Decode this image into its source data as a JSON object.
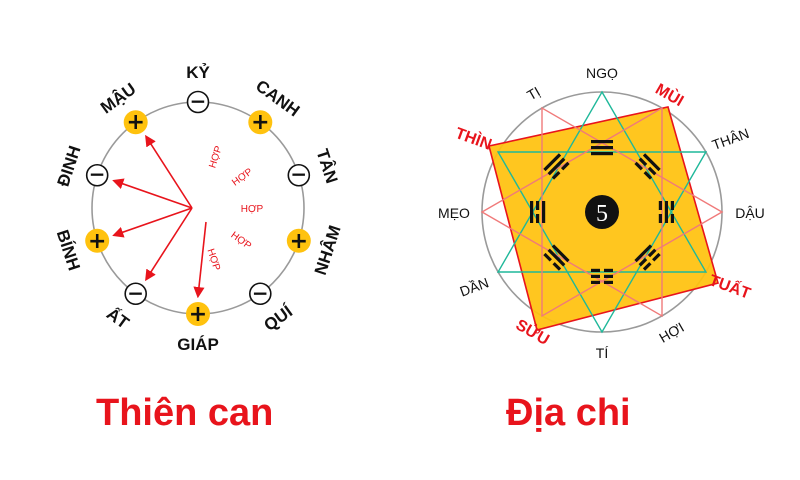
{
  "colors": {
    "red": "#e8141c",
    "gold": "#ffc20e",
    "green": "#1fb89a",
    "pink": "#f07a7a",
    "grey": "#9a9a9a",
    "black": "#111111"
  },
  "thien_can": {
    "caption": "Thiên can",
    "stems": [
      {
        "name": "KỶ",
        "sign": "−",
        "polarity": "negative"
      },
      {
        "name": "CANH",
        "sign": "+",
        "polarity": "positive"
      },
      {
        "name": "TÂN",
        "sign": "−",
        "polarity": "negative"
      },
      {
        "name": "NHÂM",
        "sign": "+",
        "polarity": "positive"
      },
      {
        "name": "QUÍ",
        "sign": "−",
        "polarity": "negative"
      },
      {
        "name": "GIÁP",
        "sign": "+",
        "polarity": "positive"
      },
      {
        "name": "ẤT",
        "sign": "−",
        "polarity": "negative"
      },
      {
        "name": "BÍNH",
        "sign": "+",
        "polarity": "positive"
      },
      {
        "name": "ĐINH",
        "sign": "−",
        "polarity": "negative"
      },
      {
        "name": "MẬU",
        "sign": "+",
        "polarity": "positive"
      }
    ],
    "hop_label": "HỢP",
    "hop_count": 5
  },
  "dia_chi": {
    "caption": "Địa chi",
    "center": "5",
    "branches": [
      {
        "name": "NGỌ",
        "emphasis": false
      },
      {
        "name": "MÙI",
        "emphasis": true
      },
      {
        "name": "THÂN",
        "emphasis": false
      },
      {
        "name": "DẬU",
        "emphasis": false
      },
      {
        "name": "TUẤT",
        "emphasis": true
      },
      {
        "name": "HỢI",
        "emphasis": false
      },
      {
        "name": "TÍ",
        "emphasis": false
      },
      {
        "name": "SỬU",
        "emphasis": true
      },
      {
        "name": "DẦN",
        "emphasis": false
      },
      {
        "name": "MẸO",
        "emphasis": false
      },
      {
        "name": "THÌN",
        "emphasis": true
      },
      {
        "name": "TỊ",
        "emphasis": false
      }
    ]
  }
}
